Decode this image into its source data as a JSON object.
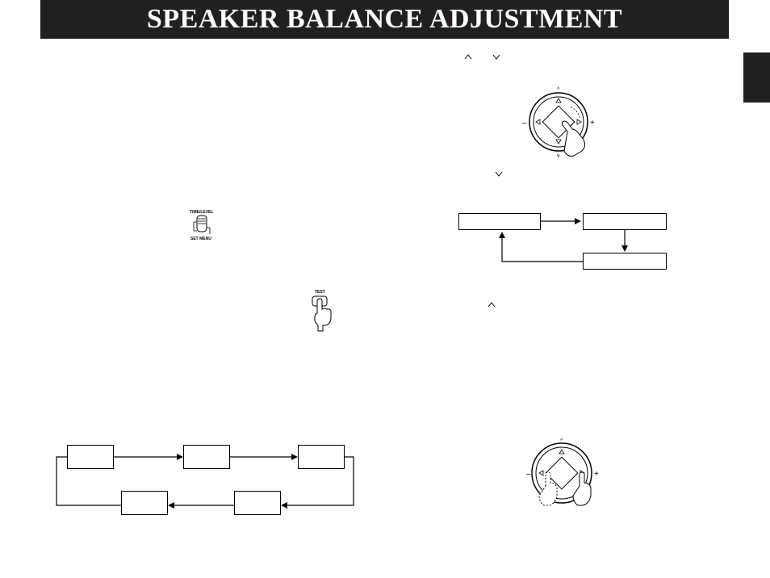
{
  "header": {
    "title": "SPEAKER BALANCE ADJUSTMENT"
  },
  "icons": {
    "time_level_switch": {
      "top_label": "TIME/LEVEL",
      "bottom_label": "SET MENU"
    },
    "test_button": {
      "label": "TEST"
    }
  },
  "symbols": {
    "up": "^",
    "down": "v",
    "minus": "–",
    "plus": "+"
  },
  "colors": {
    "header_bg": "#231f20",
    "header_text": "#ffffff",
    "line": "#000000"
  }
}
